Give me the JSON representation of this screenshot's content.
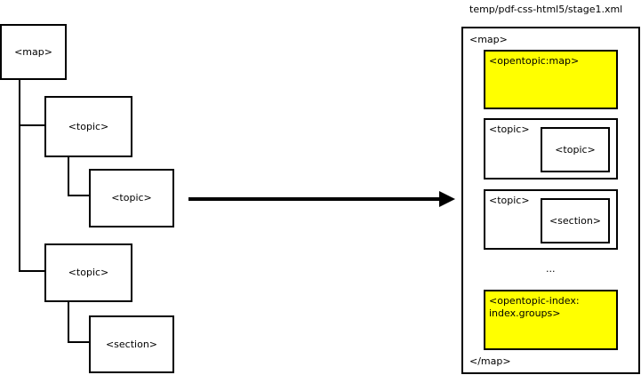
{
  "source_tree": {
    "map": "<map>",
    "topic_1": "<topic>",
    "topic_1_child": "<topic>",
    "topic_2": "<topic>",
    "topic_2_child": "<section>"
  },
  "output": {
    "file_path": "temp/pdf-css-html5/stage1.xml",
    "open_tag": "<map>",
    "close_tag": "</map>",
    "opentopic_map": "<opentopic:map>",
    "topic_a": "<topic>",
    "topic_a_child": "<topic>",
    "topic_b": "<topic>",
    "topic_b_child": "<section>",
    "ellipsis": "...",
    "opentopic_index": "<opentopic-index:\nindex.groups>"
  },
  "colors": {
    "highlight": "#ffff00",
    "line": "#000000"
  }
}
